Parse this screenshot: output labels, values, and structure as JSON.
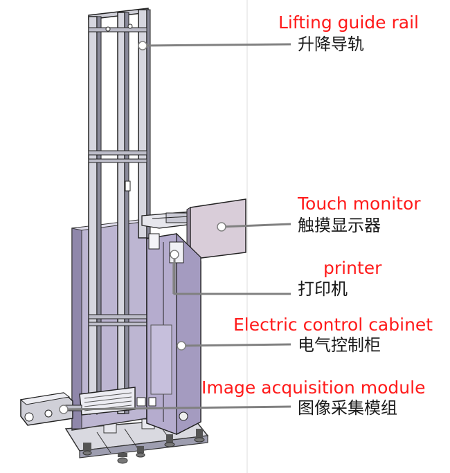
{
  "colors": {
    "label_en": "#ff1a1a",
    "label_zh": "#1a1a1a",
    "leader": "#808080",
    "frame": "#555566",
    "panel": "#a89fc2"
  },
  "labels": {
    "guide_rail": {
      "en": "Lifting guide rail",
      "zh": "升降导轨"
    },
    "monitor": {
      "en": "Touch monitor",
      "zh": "触摸显示器"
    },
    "printer": {
      "en": "printer",
      "zh": "打印机"
    },
    "cabinet": {
      "en": "Electric control cabinet",
      "zh": "电气控制柜"
    },
    "acquisition": {
      "en": "Image acquisition module",
      "zh": "图像采集模组"
    }
  }
}
